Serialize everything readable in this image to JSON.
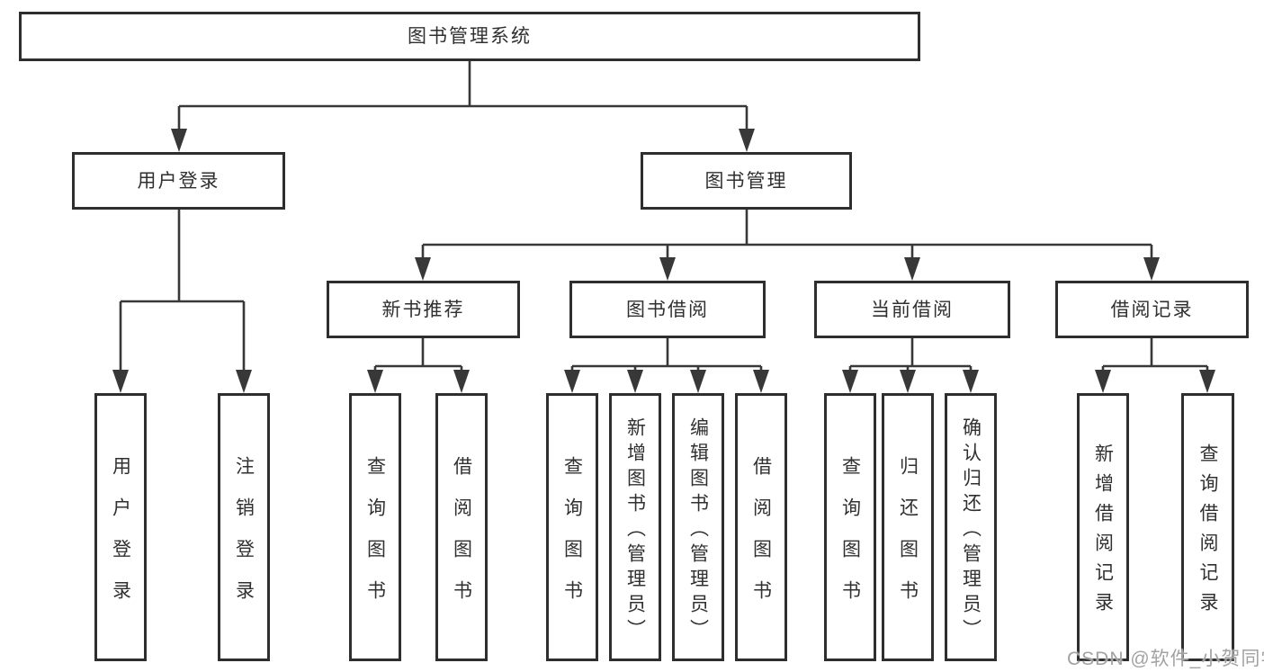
{
  "diagram": {
    "type": "hierarchy-tree",
    "root": {
      "label": "图书管理系统"
    },
    "level2": [
      {
        "label": "用户登录"
      },
      {
        "label": "图书管理"
      }
    ],
    "level3": [
      {
        "label": "新书推荐"
      },
      {
        "label": "图书借阅"
      },
      {
        "label": "当前借阅"
      },
      {
        "label": "借阅记录"
      }
    ],
    "leaves": [
      {
        "label": "用户登录"
      },
      {
        "label": "注销登录"
      },
      {
        "label": "查询图书"
      },
      {
        "label": "借阅图书"
      },
      {
        "label": "查询图书"
      },
      {
        "label": "新增图书（管理员）"
      },
      {
        "label": "编辑图书（管理员）"
      },
      {
        "label": "借阅图书"
      },
      {
        "label": "查询图书"
      },
      {
        "label": "归还图书"
      },
      {
        "label": "确认归还（管理员）"
      },
      {
        "label": "新增借阅记录"
      },
      {
        "label": "查询借阅记录"
      }
    ],
    "structure": {
      "图书管理系统": [
        "用户登录",
        "图书管理"
      ],
      "用户登录": [
        "用户登录",
        "注销登录"
      ],
      "图书管理": [
        "新书推荐",
        "图书借阅",
        "当前借阅",
        "借阅记录"
      ],
      "新书推荐": [
        "查询图书",
        "借阅图书"
      ],
      "图书借阅": [
        "查询图书",
        "新增图书（管理员）",
        "编辑图书（管理员）",
        "借阅图书"
      ],
      "当前借阅": [
        "查询图书",
        "归还图书",
        "确认归还（管理员）"
      ],
      "借阅记录": [
        "新增借阅记录",
        "查询借阅记录"
      ]
    },
    "watermark": "CSDN @软件_小贺同学",
    "colors": {
      "line": "#383838",
      "border": "#2e2e2e",
      "text": "#303030",
      "watermark": "#a2a2a2",
      "background": "#ffffff"
    }
  }
}
